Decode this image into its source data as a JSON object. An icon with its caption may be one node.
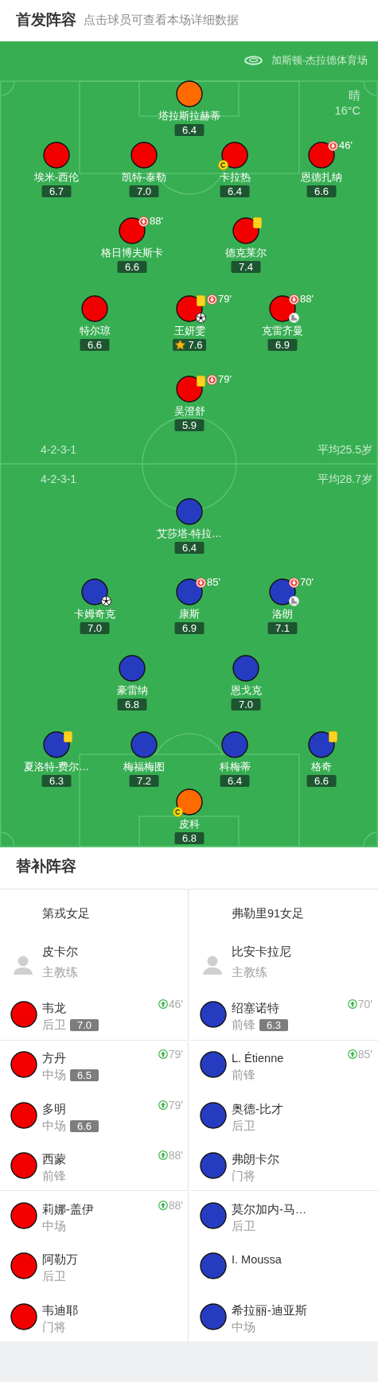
{
  "diagram": {
    "title": "首发阵容",
    "nodes": [
      {
        "text": [
          "加斯顿-杰拉德体育场",
          "晴",
          "16°C",
          "4-2-3-1",
          "平均25.5岁",
          "4-2-3-1",
          "平均28.7岁"
        ]
      },
      {
        "text": [
          "塔拉斯拉赫蒂",
          "6.4"
        ],
        "in": 0
      },
      {
        "text": [
          "埃米-西伦",
          "6.7"
        ],
        "in": 0
      },
      {
        "text": [
          "凯特-泰勒",
          "7.0"
        ],
        "in": 0
      },
      {
        "text": [
          "卡拉热",
          "6.4"
        ],
        "in": 0
      },
      {
        "text": [
          "恩德扎纳",
          "6.6",
          "46'"
        ],
        "in": 0
      },
      {
        "text": [
          "格日博夫斯卡",
          "6.6",
          "88'"
        ],
        "in": 0
      },
      {
        "text": [
          "德克莱尔",
          "7.4"
        ],
        "in": 0
      },
      {
        "text": [
          "特尔琼",
          "6.6"
        ],
        "in": 0
      },
      {
        "text": [
          "王妍雯",
          "7.6",
          "79'"
        ],
        "in": 0
      },
      {
        "text": [
          "克雷齐曼",
          "6.9",
          "88'"
        ],
        "in": 0
      },
      {
        "text": [
          "吴澄舒",
          "5.9",
          "79'"
        ],
        "in": 0
      },
      {
        "text": [
          "艾莎塔-特拉…",
          "6.4"
        ],
        "in": 0
      },
      {
        "text": [
          "卡姆奇克",
          "7.0"
        ],
        "in": 0
      },
      {
        "text": [
          "康斯",
          "6.9",
          "85'"
        ],
        "in": 0
      },
      {
        "text": [
          "洛朗",
          "7.1",
          "70'"
        ],
        "in": 0
      },
      {
        "text": [
          "豪雷纳",
          "6.8"
        ],
        "in": 0
      },
      {
        "text": [
          "恩戈克",
          "7.0"
        ],
        "in": 0
      },
      {
        "text": [
          "夏洛特-费尔…",
          "6.3"
        ],
        "in": 0
      },
      {
        "text": [
          "梅福梅图",
          "7.2"
        ],
        "in": 0
      },
      {
        "text": [
          "科梅蒂",
          "6.4"
        ],
        "in": 0
      },
      {
        "text": [
          "格奇",
          "6.6"
        ],
        "in": 0
      },
      {
        "text": [
          "皮科",
          "6.8"
        ],
        "in": 0
      },
      {
        "text": [
          "替补阵容"
        ]
      },
      {
        "text": [
          "第戎女足"
        ],
        "in": 23
      },
      {
        "text": [
          "皮卡尔",
          "主教练"
        ],
        "in": 24
      },
      {
        "text": [
          "韦龙",
          "后卫",
          "7.0"
        ],
        "in": 24,
        "beside": [
          "46'"
        ]
      },
      {
        "text": [
          "方丹",
          "中场",
          "6.5"
        ],
        "in": 24,
        "beside": [
          "79'"
        ]
      },
      {
        "text": [
          "多明",
          "中场",
          "6.6"
        ],
        "in": 24,
        "beside": [
          "79'"
        ]
      },
      {
        "text": [
          "西蒙",
          "前锋"
        ],
        "in": 24,
        "beside": [
          "88'"
        ]
      },
      {
        "text": [
          "莉娜-盖伊",
          "中场"
        ],
        "in": 24,
        "beside": [
          "88'"
        ]
      },
      {
        "text": [
          "阿勒万",
          "后卫"
        ],
        "in": 24
      },
      {
        "text": [
          "韦迪耶",
          "门将"
        ],
        "in": 24
      },
      {
        "text": [
          "弗勒里91女足"
        ],
        "in": 23
      },
      {
        "text": [
          "比安卡拉尼",
          "主教练"
        ],
        "in": 33
      },
      {
        "text": [
          "绍塞诺特",
          "前锋",
          "6.3"
        ],
        "in": 33,
        "beside": [
          "70'"
        ]
      },
      {
        "text": [
          "L. Étienne",
          "前锋"
        ],
        "in": 33,
        "beside": [
          "85'"
        ]
      },
      {
        "text": [
          "奥德-比才",
          "后卫"
        ],
        "in": 33
      },
      {
        "text": [
          "弗朗卡尔",
          "门将"
        ],
        "in": 33
      },
      {
        "text": [
          "莫尔加内-马…",
          "后卫"
        ],
        "in": 33
      },
      {
        "text": [
          "I. Moussa"
        ],
        "in": 33
      },
      {
        "text": [
          "希拉丽-迪亚斯",
          "中场"
        ],
        "in": 33
      }
    ],
    "labels": [
      "点击球员可查看本场详细数据"
    ]
  }
}
